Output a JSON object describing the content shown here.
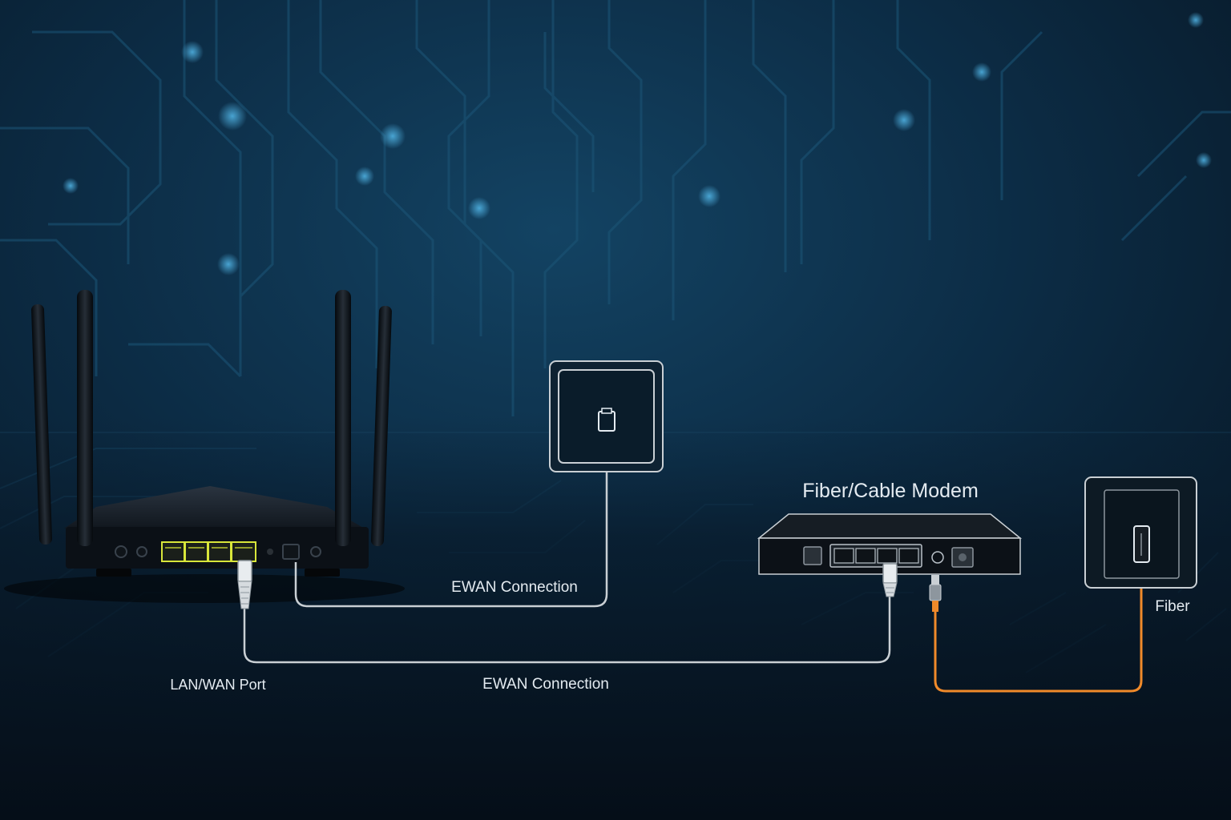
{
  "labels": {
    "modem_title": "Fiber/Cable Modem",
    "ewan_upper": "EWAN Connection",
    "ewan_lower": "EWAN Connection",
    "lan_wan_port": "LAN/WAN Port",
    "fiber": "Fiber"
  },
  "colors": {
    "background_top": "#0f3450",
    "background_bottom": "#06121e",
    "circuit_trace": "#1d5b80",
    "ethernet_cable": "#c9cfd4",
    "fiber_cable": "#f08a2a",
    "router_port_highlight": "#d8e63a",
    "label_text": "#e4ebf1"
  },
  "icons": {
    "router": "router-icon",
    "modem": "modem-icon",
    "wall_ethernet_jack": "ethernet-wall-plate-icon",
    "wall_fiber_outlet": "fiber-wall-outlet-icon",
    "rj45_plug": "rj45-plug-icon",
    "fiber_connector": "fiber-connector-icon"
  }
}
